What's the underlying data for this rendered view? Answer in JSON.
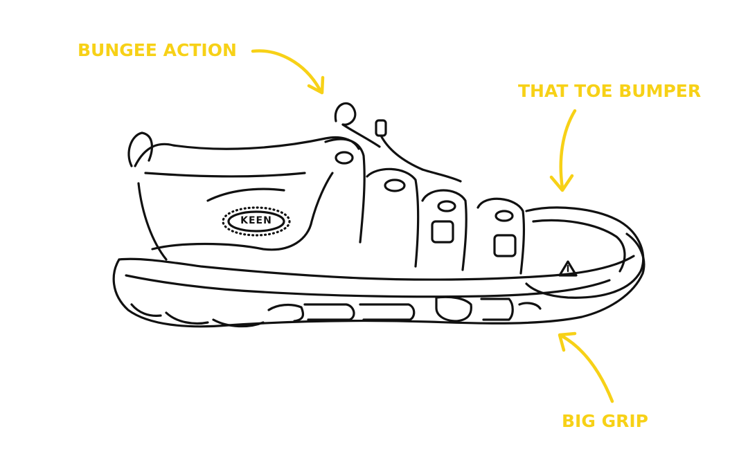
{
  "annotations": {
    "bungee": "BUNGEE ACTION",
    "toe": "THAT TOE BUMPER",
    "grip": "BIG GRIP"
  },
  "logo": {
    "text": "KEEN"
  },
  "colors": {
    "accent": "#f7d117",
    "ink": "#111111",
    "background": "#ffffff"
  }
}
